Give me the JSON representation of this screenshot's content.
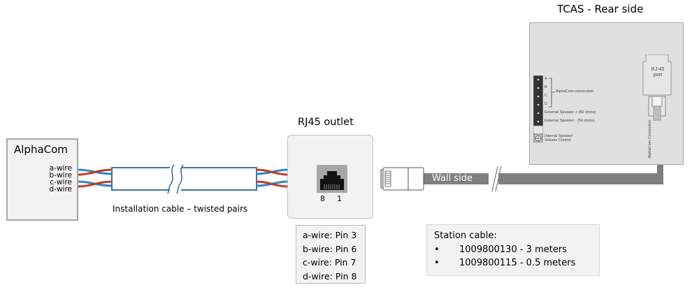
{
  "alphacom": {
    "title": "AlphaCom",
    "wires": [
      "a-wire",
      "b-wire",
      "c-wire",
      "d-wire"
    ]
  },
  "installation_cable": {
    "label": "Installation cable – twisted pairs"
  },
  "outlet": {
    "title": "RJ45 outlet",
    "pin_left": "8",
    "pin_right": "1"
  },
  "pin_map": [
    "a-wire: Pin 3",
    "b-wire: Pin 6",
    "c-wire: Pin 7",
    "d-wire: Pin 8"
  ],
  "station_cable": {
    "title": "Station cable:",
    "bullet": "•",
    "items": [
      "1009800130 - 3 meters",
      "1009800115 - 0.5 meters"
    ]
  },
  "wall_side": {
    "label": "Wall side"
  },
  "tcas": {
    "title": "TCAS - Rear side",
    "terminals": [
      "A",
      "B",
      "C",
      "D"
    ],
    "alphacom_connection": "AlphaCom connection",
    "ext_speaker_plus": "External Speaker + (50 ohms)",
    "ext_speaker_minus": "External Speaker - (50 ohms)",
    "internal_speaker_line1": "Internal Speaker",
    "internal_speaker_line2": "Volume Control",
    "rj45_port_line1": "RJ-45",
    "rj45_port_line2": "port",
    "cable_label": "AlphaCom Connection"
  },
  "colors": {
    "wire_red": "#c0392b",
    "wire_blue": "#2e86c1",
    "wire_lightblue": "#7fd3f0",
    "cable_outline": "#41719c",
    "station_cable": "#7f7f7f",
    "box_fill": "#f2f2f2",
    "tcas_fill": "#e0e0e0"
  }
}
